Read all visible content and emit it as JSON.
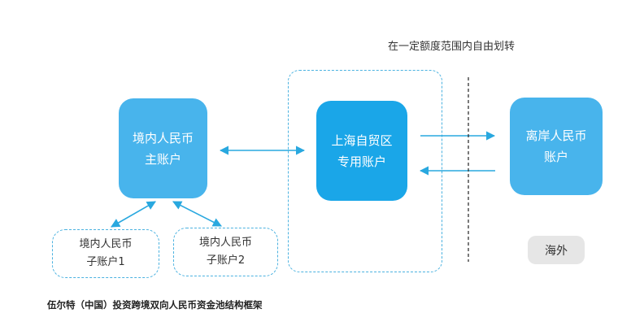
{
  "diagram": {
    "caption": "伍尔特（中国）投资跨境双向人民币资金池结构框架",
    "transfer_note": "在一定额度范围内自由划转",
    "nodes": {
      "domestic_main": {
        "line1": "境内人民币",
        "line2": "主账户"
      },
      "ftz": {
        "line1": "上海自贸区",
        "line2": "专用账户"
      },
      "offshore": {
        "line1": "离岸人民币",
        "line2": "账户"
      },
      "sub1": {
        "line1": "境内人民币",
        "line2": "子账户1"
      },
      "sub2": {
        "line1": "境内人民币",
        "line2": "子账户2"
      },
      "overseas": {
        "label": "海外"
      }
    }
  },
  "colors": {
    "primary_box": "#1aa6e8",
    "light_box": "#48b4ec",
    "arrow": "#29a8df",
    "dashed": "#4bb2e0",
    "overseas_tag": "#e6e6e6",
    "text": "#333333"
  }
}
